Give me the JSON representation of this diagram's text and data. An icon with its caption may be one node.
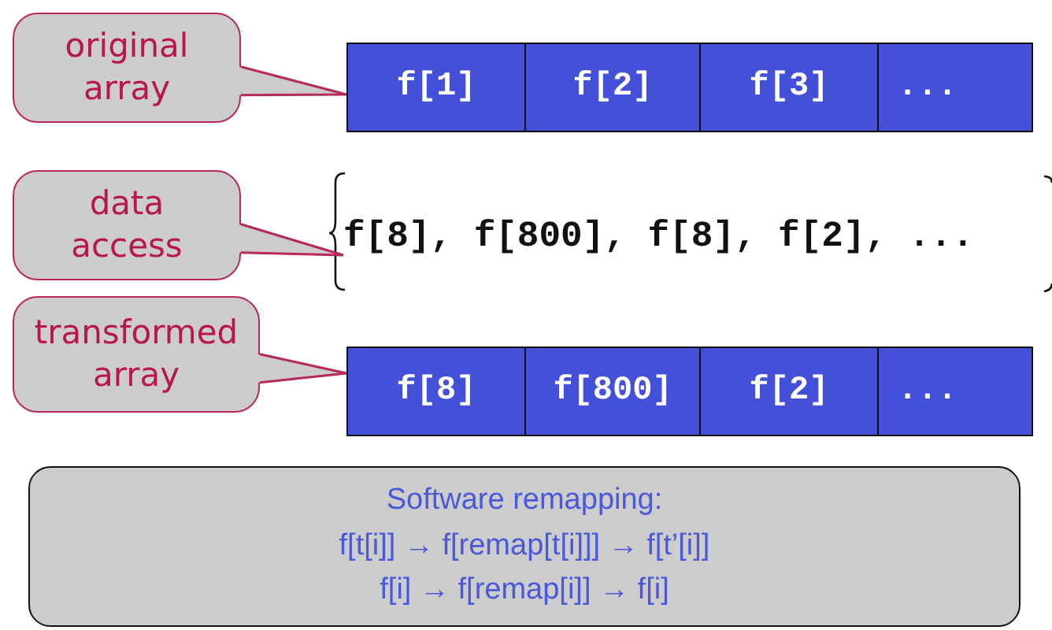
{
  "diagram": {
    "nodes": [
      {
        "text": [
          "original array"
        ]
      },
      {
        "text": [],
        "shape": "box"
      },
      {
        "text": [
          "f[1]"
        ],
        "in": 1
      },
      {
        "text": [
          "f[2]"
        ],
        "in": 1
      },
      {
        "text": [
          "f[3]"
        ],
        "in": 1
      },
      {
        "text": [
          "..."
        ],
        "in": 1
      },
      {
        "text": [
          "data access"
        ]
      },
      {
        "text": [
          "f[8], f[800], f[8], f[2], ..."
        ]
      },
      {
        "text": [
          "transformed array"
        ]
      },
      {
        "text": [],
        "shape": "box"
      },
      {
        "text": [
          "f[8]"
        ],
        "in": 9
      },
      {
        "text": [
          "f[800]"
        ],
        "in": 9
      },
      {
        "text": [
          "f[2]"
        ],
        "in": 9
      },
      {
        "text": [
          "..."
        ],
        "in": 9
      },
      {
        "text": [
          "Software remapping:",
          "f[t[i]] → f[remap[t[i]]] → f[t’[i]]",
          "f[i] → f[remap[i]] → f[i]"
        ]
      }
    ],
    "edges": [
      {
        "from": 0,
        "to": 1,
        "arrow": "none"
      },
      {
        "from": 6,
        "to": 7,
        "arrow": "none"
      },
      {
        "from": 8,
        "to": 9,
        "arrow": "none"
      }
    ]
  }
}
